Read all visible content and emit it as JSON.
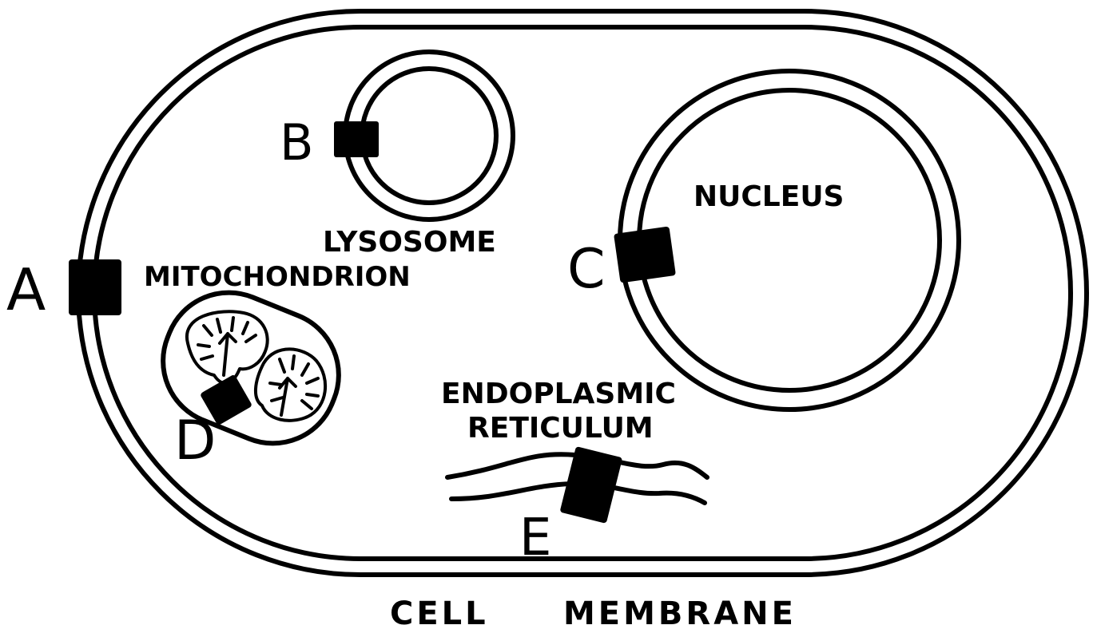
{
  "labels": {
    "nucleus": "NUCLEUS",
    "lysosome": "LYSOSOME",
    "mitochondrion": "MITOCHONDRION",
    "er_line1": "ENDOPLASMIC",
    "er_line2": "RETICULUM",
    "cell": "CELL",
    "membrane": "MEMBRANE"
  },
  "markers": {
    "a": "A",
    "b": "B",
    "c": "C",
    "d": "D",
    "e": "E"
  },
  "colors": {
    "ink": "#000000",
    "background": "#ffffff"
  }
}
